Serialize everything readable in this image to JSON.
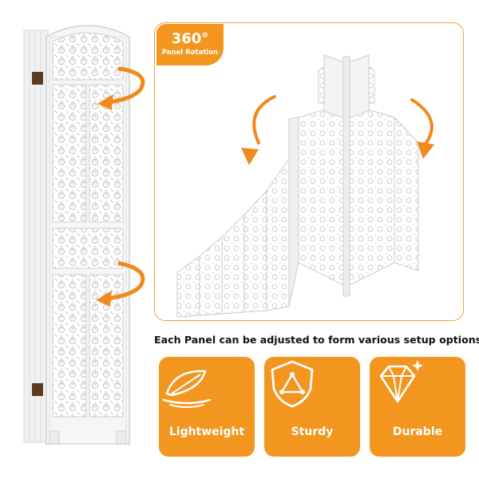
{
  "badge": {
    "value": "360°",
    "label": "Panel Rotation"
  },
  "caption": "Each Panel can be adjusted to form various setup options",
  "features": [
    {
      "label": "Lightweight",
      "icon": "feather-icon"
    },
    {
      "label": "Sturdy",
      "icon": "shield-triangle-icon"
    },
    {
      "label": "Durable",
      "icon": "diamond-icon"
    }
  ],
  "colors": {
    "accent": "#f3961f",
    "border": "#f0a23a",
    "arrow": "#f08a1e",
    "panel": "#f4f4f4"
  }
}
